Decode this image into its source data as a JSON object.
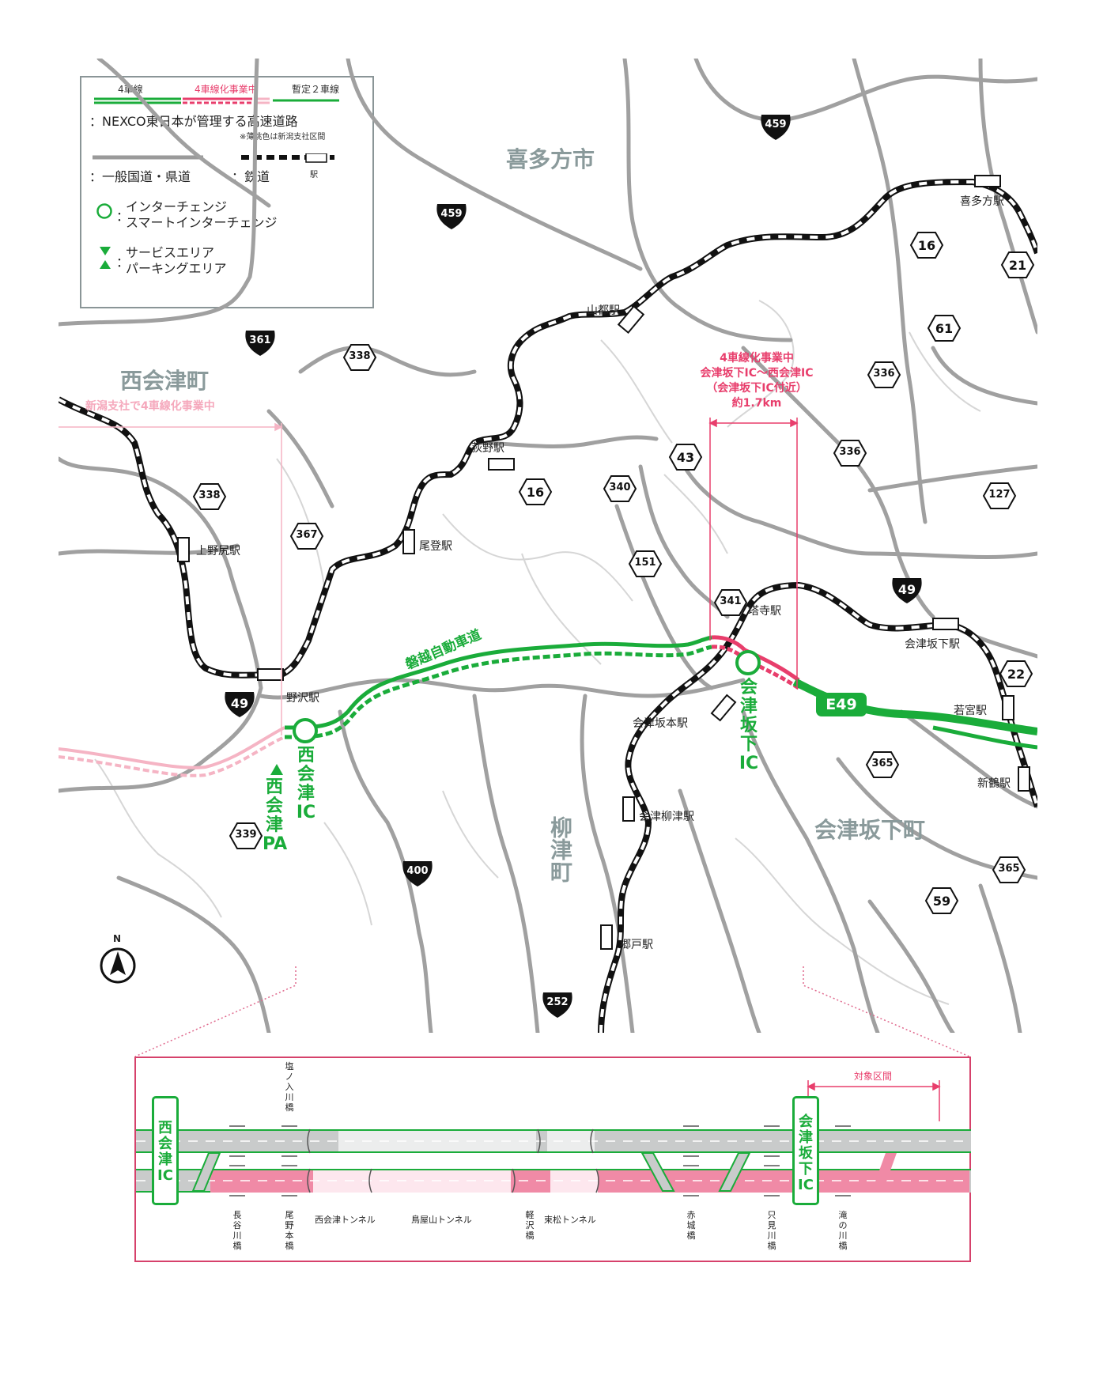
{
  "legend": {
    "four_lane": "4車線",
    "widening": "4車線化事業中",
    "two_lane": "暫定２車線",
    "nexco": "：NEXCO東日本が管理する高速道路",
    "note": "※薄桃色は新潟支社区間",
    "general_road": "：一般国道・県道",
    "railway": "：鉄道",
    "station": "駅",
    "ic_colon": "：",
    "ic1": "インターチェンジ",
    "ic2": "スマートインターチェンジ",
    "sa_colon": "：",
    "sa": "サービスエリア",
    "pa": "パーキングエリア"
  },
  "towns": {
    "kitakata": "喜多方市",
    "nishiaizu": "西会津町",
    "yanaizu": "柳津町",
    "aizubange": "会津坂下町"
  },
  "stations": {
    "kitakata": "喜多方駅",
    "yamato": "山都駅",
    "ogino": "荻野駅",
    "onobori": "尾登駅",
    "kaminojiri": "上野尻駅",
    "nozawa": "野沢駅",
    "tohdera": "塔寺駅",
    "aizubange": "会津坂下駅",
    "aizusakamoto": "会津坂本駅",
    "wakamiya": "若宮駅",
    "niitsuru": "新鶴駅",
    "aizuyanaizu": "会津柳津駅",
    "goudo": "郷戸駅"
  },
  "route_numbers": {
    "r459a": "459",
    "r459b": "459",
    "r361": "361",
    "r338a": "338",
    "r338b": "338",
    "r16a": "16",
    "r16b": "16",
    "r21": "21",
    "r61": "61",
    "r336a": "336",
    "r336b": "336",
    "r43": "43",
    "r340": "340",
    "r367": "367",
    "r151": "151",
    "r341": "341",
    "r49a": "49",
    "r49b": "49",
    "r127": "127",
    "r22": "22",
    "r365a": "365",
    "r365b": "365",
    "r59": "59",
    "r339": "339",
    "r400": "400",
    "r252": "252"
  },
  "expressway": {
    "name": "磐越自動車道",
    "e49": "E49",
    "ic_nishiaizu": [
      "西",
      "会",
      "津",
      "IC"
    ],
    "pa_nishiaizu": [
      "西",
      "会",
      "津",
      "PA"
    ],
    "ic_aizubange": [
      "会",
      "津",
      "坂",
      "下",
      "IC"
    ],
    "niigata_note": "新潟支社で4車線化事業中"
  },
  "project": {
    "line1": "4車線化事業中",
    "line2": "会津坂下IC～西会津IC",
    "line3": "（会津坂下IC付近）",
    "line4": "約1.7km"
  },
  "north": "N",
  "detail": {
    "target": "対象区間",
    "ic_left": [
      "西",
      "会",
      "津",
      "IC"
    ],
    "ic_right": [
      "会",
      "津",
      "坂",
      "下",
      "IC"
    ],
    "shionoirigawa": [
      "塩",
      "ノ",
      "入",
      "川",
      "橋"
    ],
    "hasegawa": [
      "長",
      "谷",
      "川",
      "橋"
    ],
    "obimoto": [
      "尾",
      "野",
      "本",
      "橋"
    ],
    "nishiaizu_tunnel": "西会津トンネル",
    "toriyayama_tunnel": "鳥屋山トンネル",
    "karusawa": [
      "軽",
      "沢",
      "橋"
    ],
    "higashimatsu_tunnel": "束松トンネル",
    "akagi": [
      "赤",
      "城",
      "橋"
    ],
    "tadami": [
      "只",
      "見",
      "川",
      "橋"
    ],
    "takinokawa": [
      "滝",
      "の",
      "川",
      "橋"
    ]
  },
  "colors": {
    "green": "#1aac3a",
    "pink": "#e83e6c",
    "light_pink": "#f5b4c4",
    "gray_road": "#9a9a9a",
    "town_text": "#8a9a9b"
  }
}
